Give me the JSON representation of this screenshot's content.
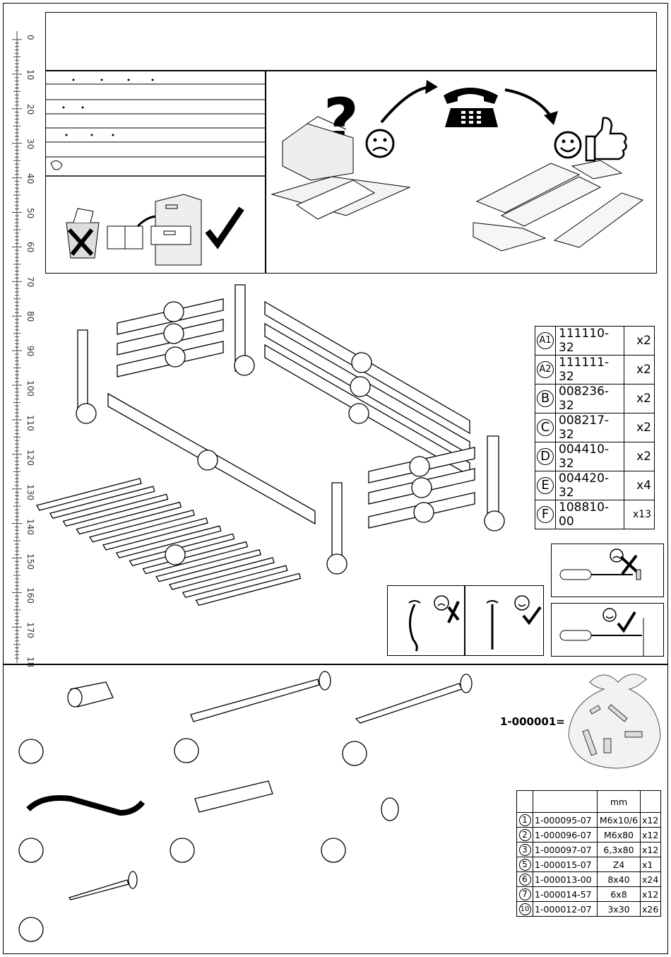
{
  "ruler": {
    "labels": [
      "0",
      "10",
      "20",
      "30",
      "40",
      "50",
      "60",
      "70",
      "80",
      "90",
      "100",
      "110",
      "120",
      "130",
      "140",
      "150",
      "160",
      "170",
      "18"
    ]
  },
  "parts_table": {
    "rows": [
      {
        "letter": "A1",
        "code": "111110-32",
        "qty": "x2"
      },
      {
        "letter": "A2",
        "code": "111111-32",
        "qty": "x2"
      },
      {
        "letter": "B",
        "code": "008236-32",
        "qty": "x2"
      },
      {
        "letter": "C",
        "code": "008217-32",
        "qty": "x2"
      },
      {
        "letter": "D",
        "code": "004410-32",
        "qty": "x2"
      },
      {
        "letter": "E",
        "code": "004420-32",
        "qty": "x4"
      },
      {
        "letter": "F",
        "code": "108810-00",
        "qty": "x13"
      }
    ]
  },
  "hardware": {
    "bag_code": "1-000001=",
    "unit_header": "mm",
    "rows": [
      {
        "num": "1",
        "code": "1-000095-07",
        "size": "M6x10/6",
        "qty": "x12"
      },
      {
        "num": "2",
        "code": "1-000096-07",
        "size": "M6x80",
        "qty": "x12"
      },
      {
        "num": "3",
        "code": "1-000097-07",
        "size": "6,3x80",
        "qty": "x12"
      },
      {
        "num": "5",
        "code": "1-000015-07",
        "size": "Z4",
        "qty": "x1"
      },
      {
        "num": "6",
        "code": "1-000013-00",
        "size": "8x40",
        "qty": "x24"
      },
      {
        "num": "7",
        "code": "1-000014-57",
        "size": "6x8",
        "qty": "x12"
      },
      {
        "num": "10",
        "code": "1-000012-07",
        "size": "3x30",
        "qty": "x26"
      }
    ]
  },
  "icons": {
    "question_mark": "?",
    "sad_face": "☹",
    "happy_face": "☺",
    "check": "✔",
    "cross": "✘"
  }
}
